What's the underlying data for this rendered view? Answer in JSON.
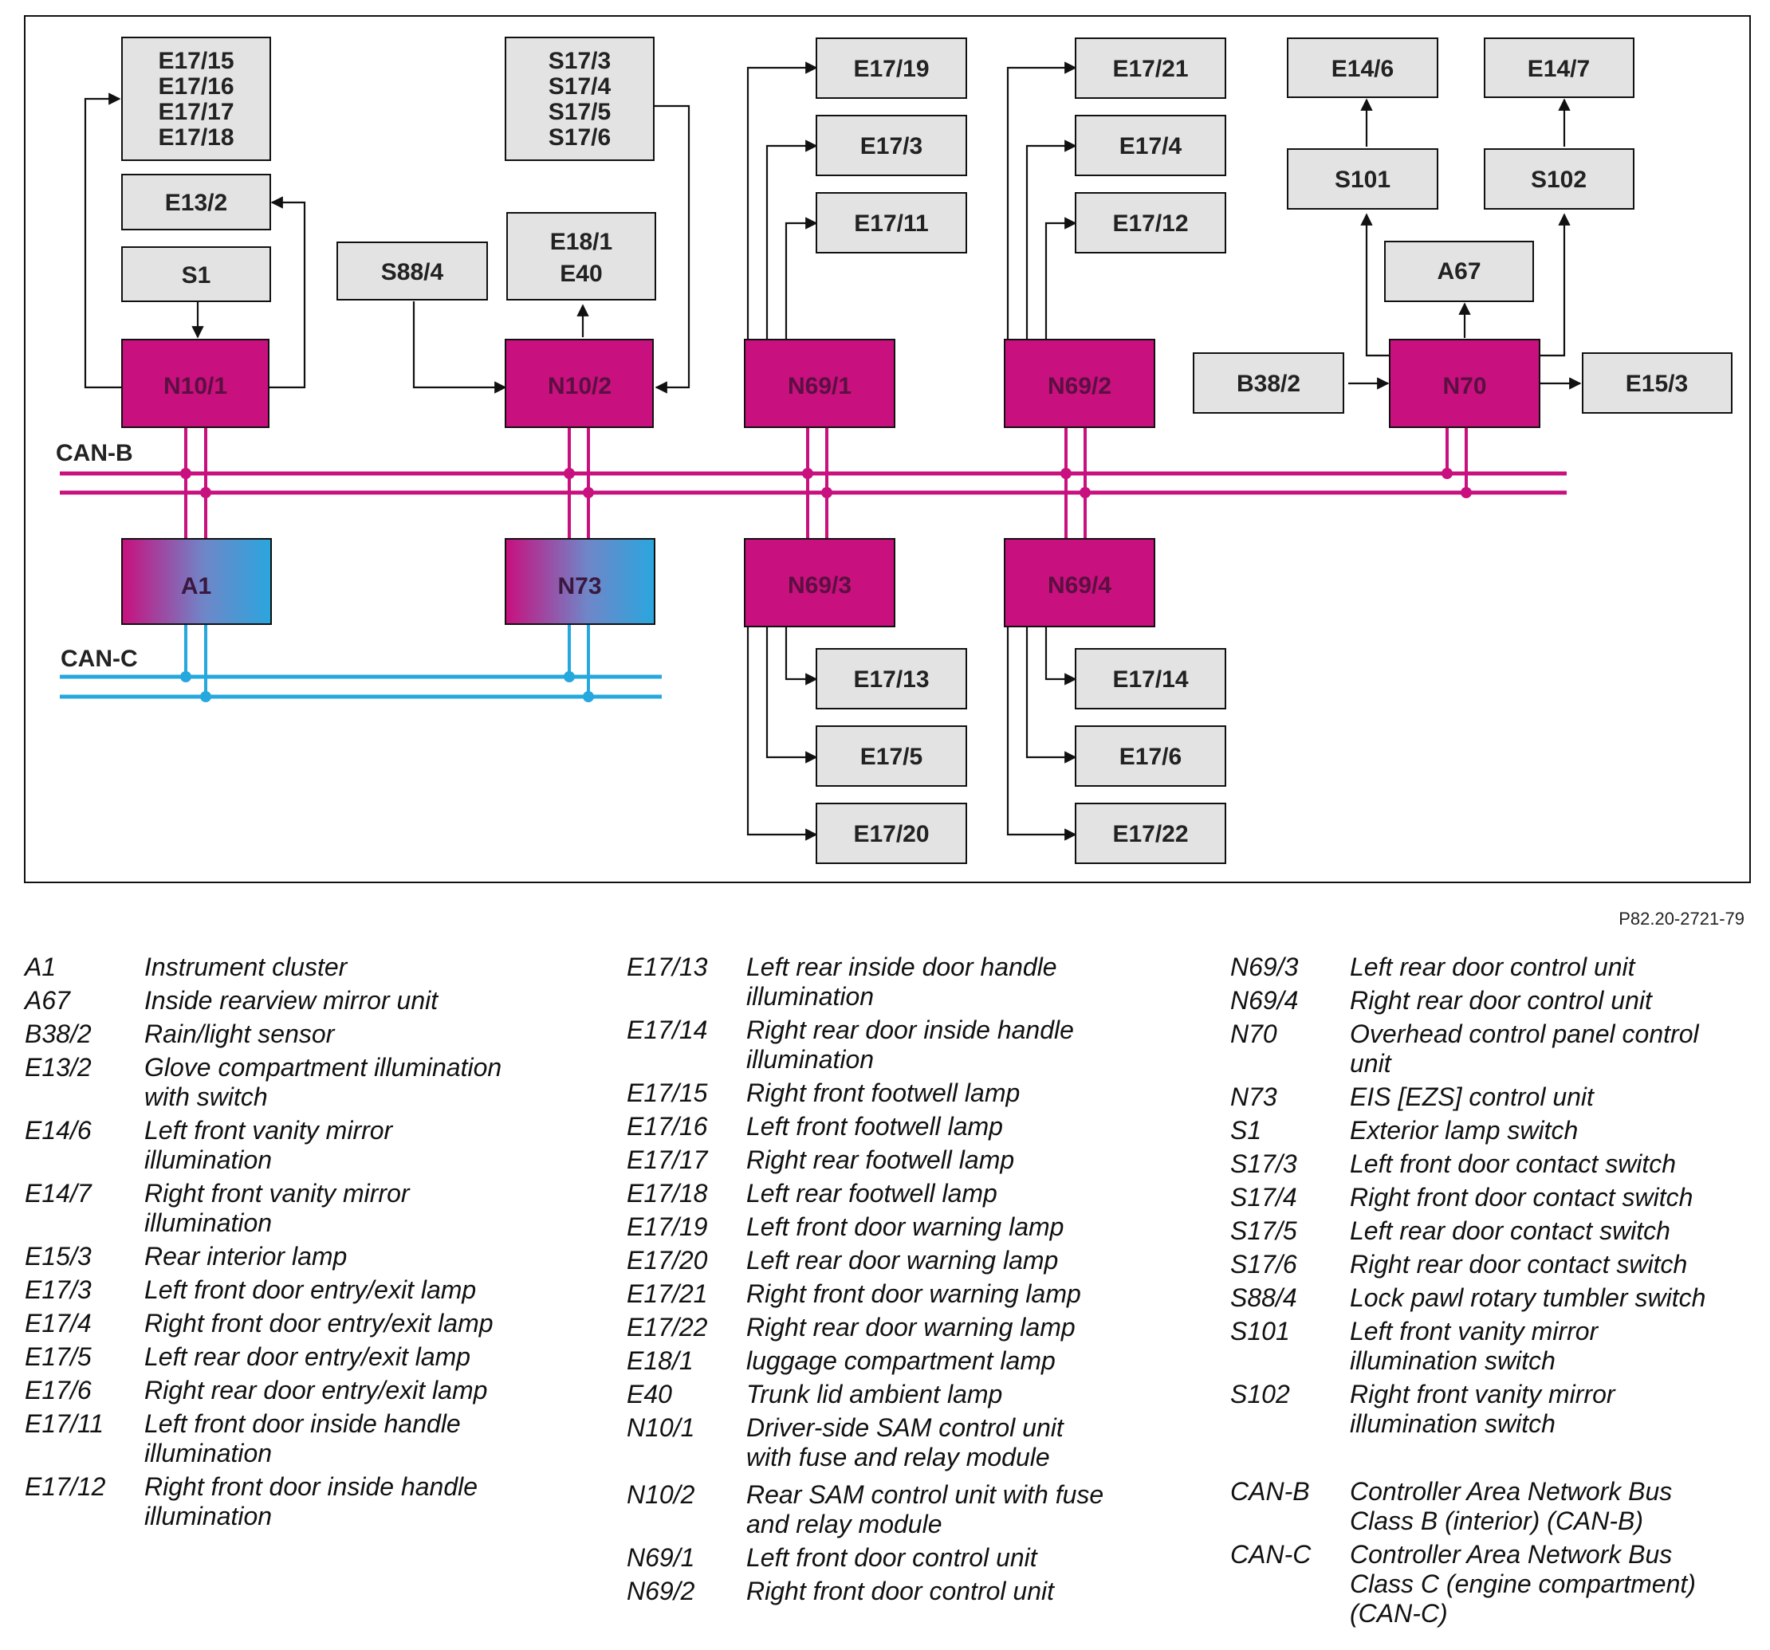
{
  "diagram": {
    "bus_labels": {
      "can_b": "CAN-B",
      "can_c": "CAN-C"
    },
    "colors": {
      "control_unit": "#c8107e",
      "box_fill": "#e3e3e3",
      "can_b_line": "#c8107e",
      "can_c_line": "#25a8de"
    },
    "control_units": {
      "n10_1": "N10/1",
      "n10_2": "N10/2",
      "n69_1": "N69/1",
      "n69_2": "N69/2",
      "n70": "N70",
      "n69_3": "N69/3",
      "n69_4": "N69/4"
    },
    "gateways": {
      "a1": "A1",
      "n73": "N73"
    },
    "components": {
      "e17_15_group": [
        "E17/15",
        "E17/16",
        "E17/17",
        "E17/18"
      ],
      "e13_2": "E13/2",
      "s1": "S1",
      "s17_group": [
        "S17/3",
        "S17/4",
        "S17/5",
        "S17/6"
      ],
      "s88_4": "S88/4",
      "e18_group": [
        "E18/1",
        "E40"
      ],
      "e17_19": "E17/19",
      "e17_3": "E17/3",
      "e17_11": "E17/11",
      "e17_21": "E17/21",
      "e17_4": "E17/4",
      "e17_12": "E17/12",
      "e14_6": "E14/6",
      "e14_7": "E14/7",
      "s101": "S101",
      "s102": "S102",
      "a67": "A67",
      "b38_2": "B38/2",
      "e15_3": "E15/3",
      "e17_13": "E17/13",
      "e17_5": "E17/5",
      "e17_20": "E17/20",
      "e17_14": "E17/14",
      "e17_6": "E17/6",
      "e17_22": "E17/22"
    }
  },
  "figure_code": "P82.20-2721-79",
  "legend": {
    "col1": [
      {
        "code": "A1",
        "desc": "Instrument cluster"
      },
      {
        "code": "A67",
        "desc": "Inside rearview mirror unit"
      },
      {
        "code": "B38/2",
        "desc": "Rain/light sensor"
      },
      {
        "code": "E13/2",
        "desc": "Glove compartment illumination\nwith switch"
      },
      {
        "code": "E14/6",
        "desc": "Left front vanity mirror\nillumination"
      },
      {
        "code": "E14/7",
        "desc": "Right front vanity mirror\nillumination"
      },
      {
        "code": "E15/3",
        "desc": "Rear interior lamp"
      },
      {
        "code": "E17/3",
        "desc": "Left front door entry/exit lamp"
      },
      {
        "code": "E17/4",
        "desc": "Right front door entry/exit lamp"
      },
      {
        "code": "E17/5",
        "desc": "Left rear door entry/exit lamp"
      },
      {
        "code": "E17/6",
        "desc": "Right rear door entry/exit lamp"
      },
      {
        "code": "E17/11",
        "desc": "Left front door inside handle\nillumination"
      },
      {
        "code": "E17/12",
        "desc": "Right front door inside handle\nillumination"
      }
    ],
    "col2": [
      {
        "code": "E17/13",
        "desc": "Left rear inside door handle\nillumination"
      },
      {
        "code": "E17/14",
        "desc": "Right rear door inside handle\nillumination"
      },
      {
        "code": "E17/15",
        "desc": "Right front footwell lamp"
      },
      {
        "code": "E17/16",
        "desc": "Left front footwell lamp"
      },
      {
        "code": "E17/17",
        "desc": "Right rear footwell lamp"
      },
      {
        "code": "E17/18",
        "desc": "Left rear footwell lamp"
      },
      {
        "code": "E17/19",
        "desc": "Left front door warning lamp"
      },
      {
        "code": "E17/20",
        "desc": "Left rear door warning lamp"
      },
      {
        "code": "E17/21",
        "desc": "Right front door warning lamp"
      },
      {
        "code": "E17/22",
        "desc": "Right rear door warning lamp"
      },
      {
        "code": "E18/1",
        "desc": "luggage compartment lamp"
      },
      {
        "code": "E40",
        "desc": "Trunk lid ambient lamp"
      },
      {
        "code": "N10/1",
        "desc": "Driver-side SAM control unit\nwith fuse and relay module"
      },
      {
        "code": "N10/2",
        "desc": "Rear SAM control unit with fuse\nand relay module"
      },
      {
        "code": "N69/1",
        "desc": "Left front door control unit"
      },
      {
        "code": "N69/2",
        "desc": "Right front door control unit"
      }
    ],
    "col3": [
      {
        "code": "N69/3",
        "desc": "Left rear door control unit"
      },
      {
        "code": "N69/4",
        "desc": "Right rear door control unit"
      },
      {
        "code": "N70",
        "desc": "Overhead control panel control\nunit"
      },
      {
        "code": "N73",
        "desc": "EIS [EZS] control unit"
      },
      {
        "code": "S1",
        "desc": "Exterior lamp switch"
      },
      {
        "code": "S17/3",
        "desc": "Left front door contact switch"
      },
      {
        "code": "S17/4",
        "desc": "Right front door contact switch"
      },
      {
        "code": "S17/5",
        "desc": "Left rear door contact switch"
      },
      {
        "code": "S17/6",
        "desc": "Right rear door contact switch"
      },
      {
        "code": "S88/4",
        "desc": "Lock pawl rotary tumbler switch"
      },
      {
        "code": "S101",
        "desc": "Left front vanity mirror\nillumination switch"
      },
      {
        "code": "S102",
        "desc": "Right front vanity mirror\nillumination switch"
      },
      {
        "code": "CAN-B",
        "desc": "Controller Area Network Bus\nClass B (interior) (CAN-B)"
      },
      {
        "code": "CAN-C",
        "desc": "Controller Area Network Bus\nClass C (engine compartment)\n(CAN-C)"
      }
    ]
  }
}
